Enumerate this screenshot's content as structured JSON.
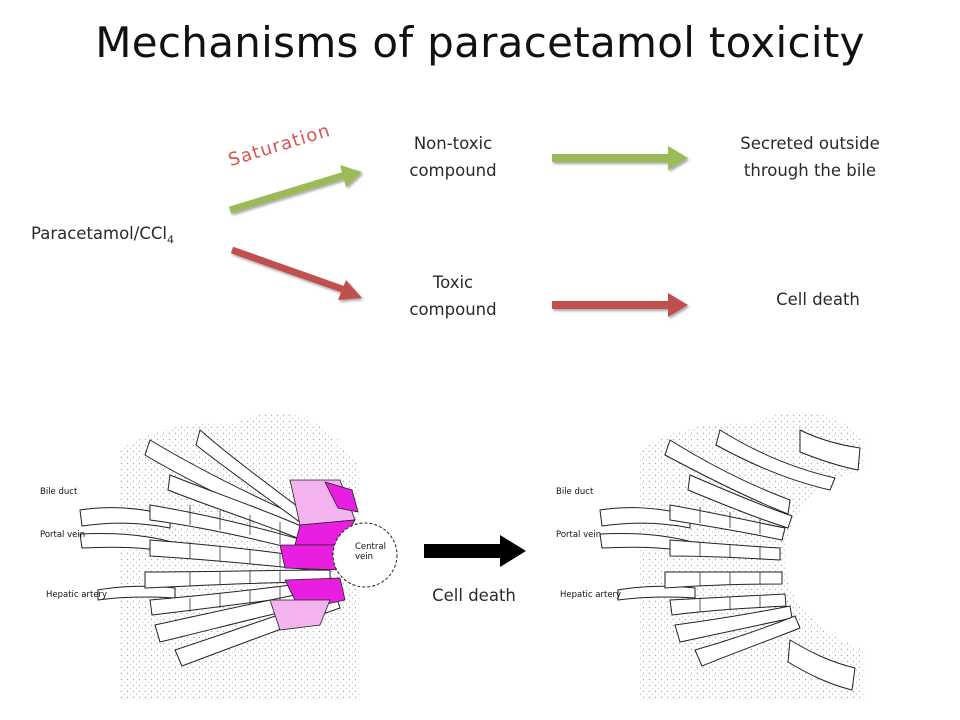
{
  "title": "Mechanisms of paracetamol toxicity",
  "flow": {
    "input": "Paracetamol/CCl",
    "input_subscript": "4",
    "saturation": "Saturation",
    "nontoxic_line1": "Non-toxic",
    "nontoxic_line2": "compound",
    "toxic_line1": "Toxic",
    "toxic_line2": "compound",
    "secreted_line1": "Secreted outside",
    "secreted_line2": "through the bile",
    "cell_death_top": "Cell death"
  },
  "lower": {
    "cell_death": "Cell death",
    "left_fig": {
      "bile_duct": "Bile duct",
      "portal_vein": "Portal vein",
      "hepatic_artery": "Hepatic artery",
      "central_vein_1": "Central",
      "central_vein_2": "vein"
    },
    "right_fig": {
      "bile_duct": "Bile duct",
      "portal_vein": "Portal vein",
      "hepatic_artery": "Hepatic artery"
    }
  },
  "colors": {
    "green_arrow": "#9bbb59",
    "red_arrow": "#c0504d",
    "saturation_text": "#d9534f",
    "necrosis_magenta": "#e81ee0",
    "necrosis_light": "#f2b3ee"
  }
}
